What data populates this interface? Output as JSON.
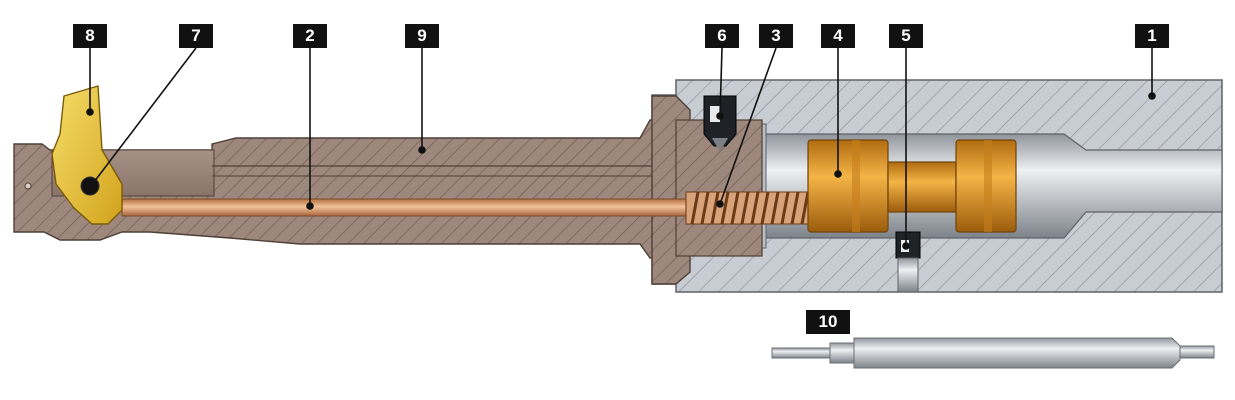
{
  "labels": {
    "l1": "1",
    "l2": "2",
    "l3": "3",
    "l4": "4",
    "l5": "5",
    "l6": "6",
    "l7": "7",
    "l8": "8",
    "l9": "9",
    "l10": "10"
  },
  "colors": {
    "housing": "#c7ccd2",
    "bar": "#9d877c",
    "rod": "#e6a372",
    "piston": "#e29a2a",
    "insert": "#e8c033",
    "shaft": "#c2c7cd",
    "hatch": "#777777",
    "label_bg": "#111111"
  }
}
